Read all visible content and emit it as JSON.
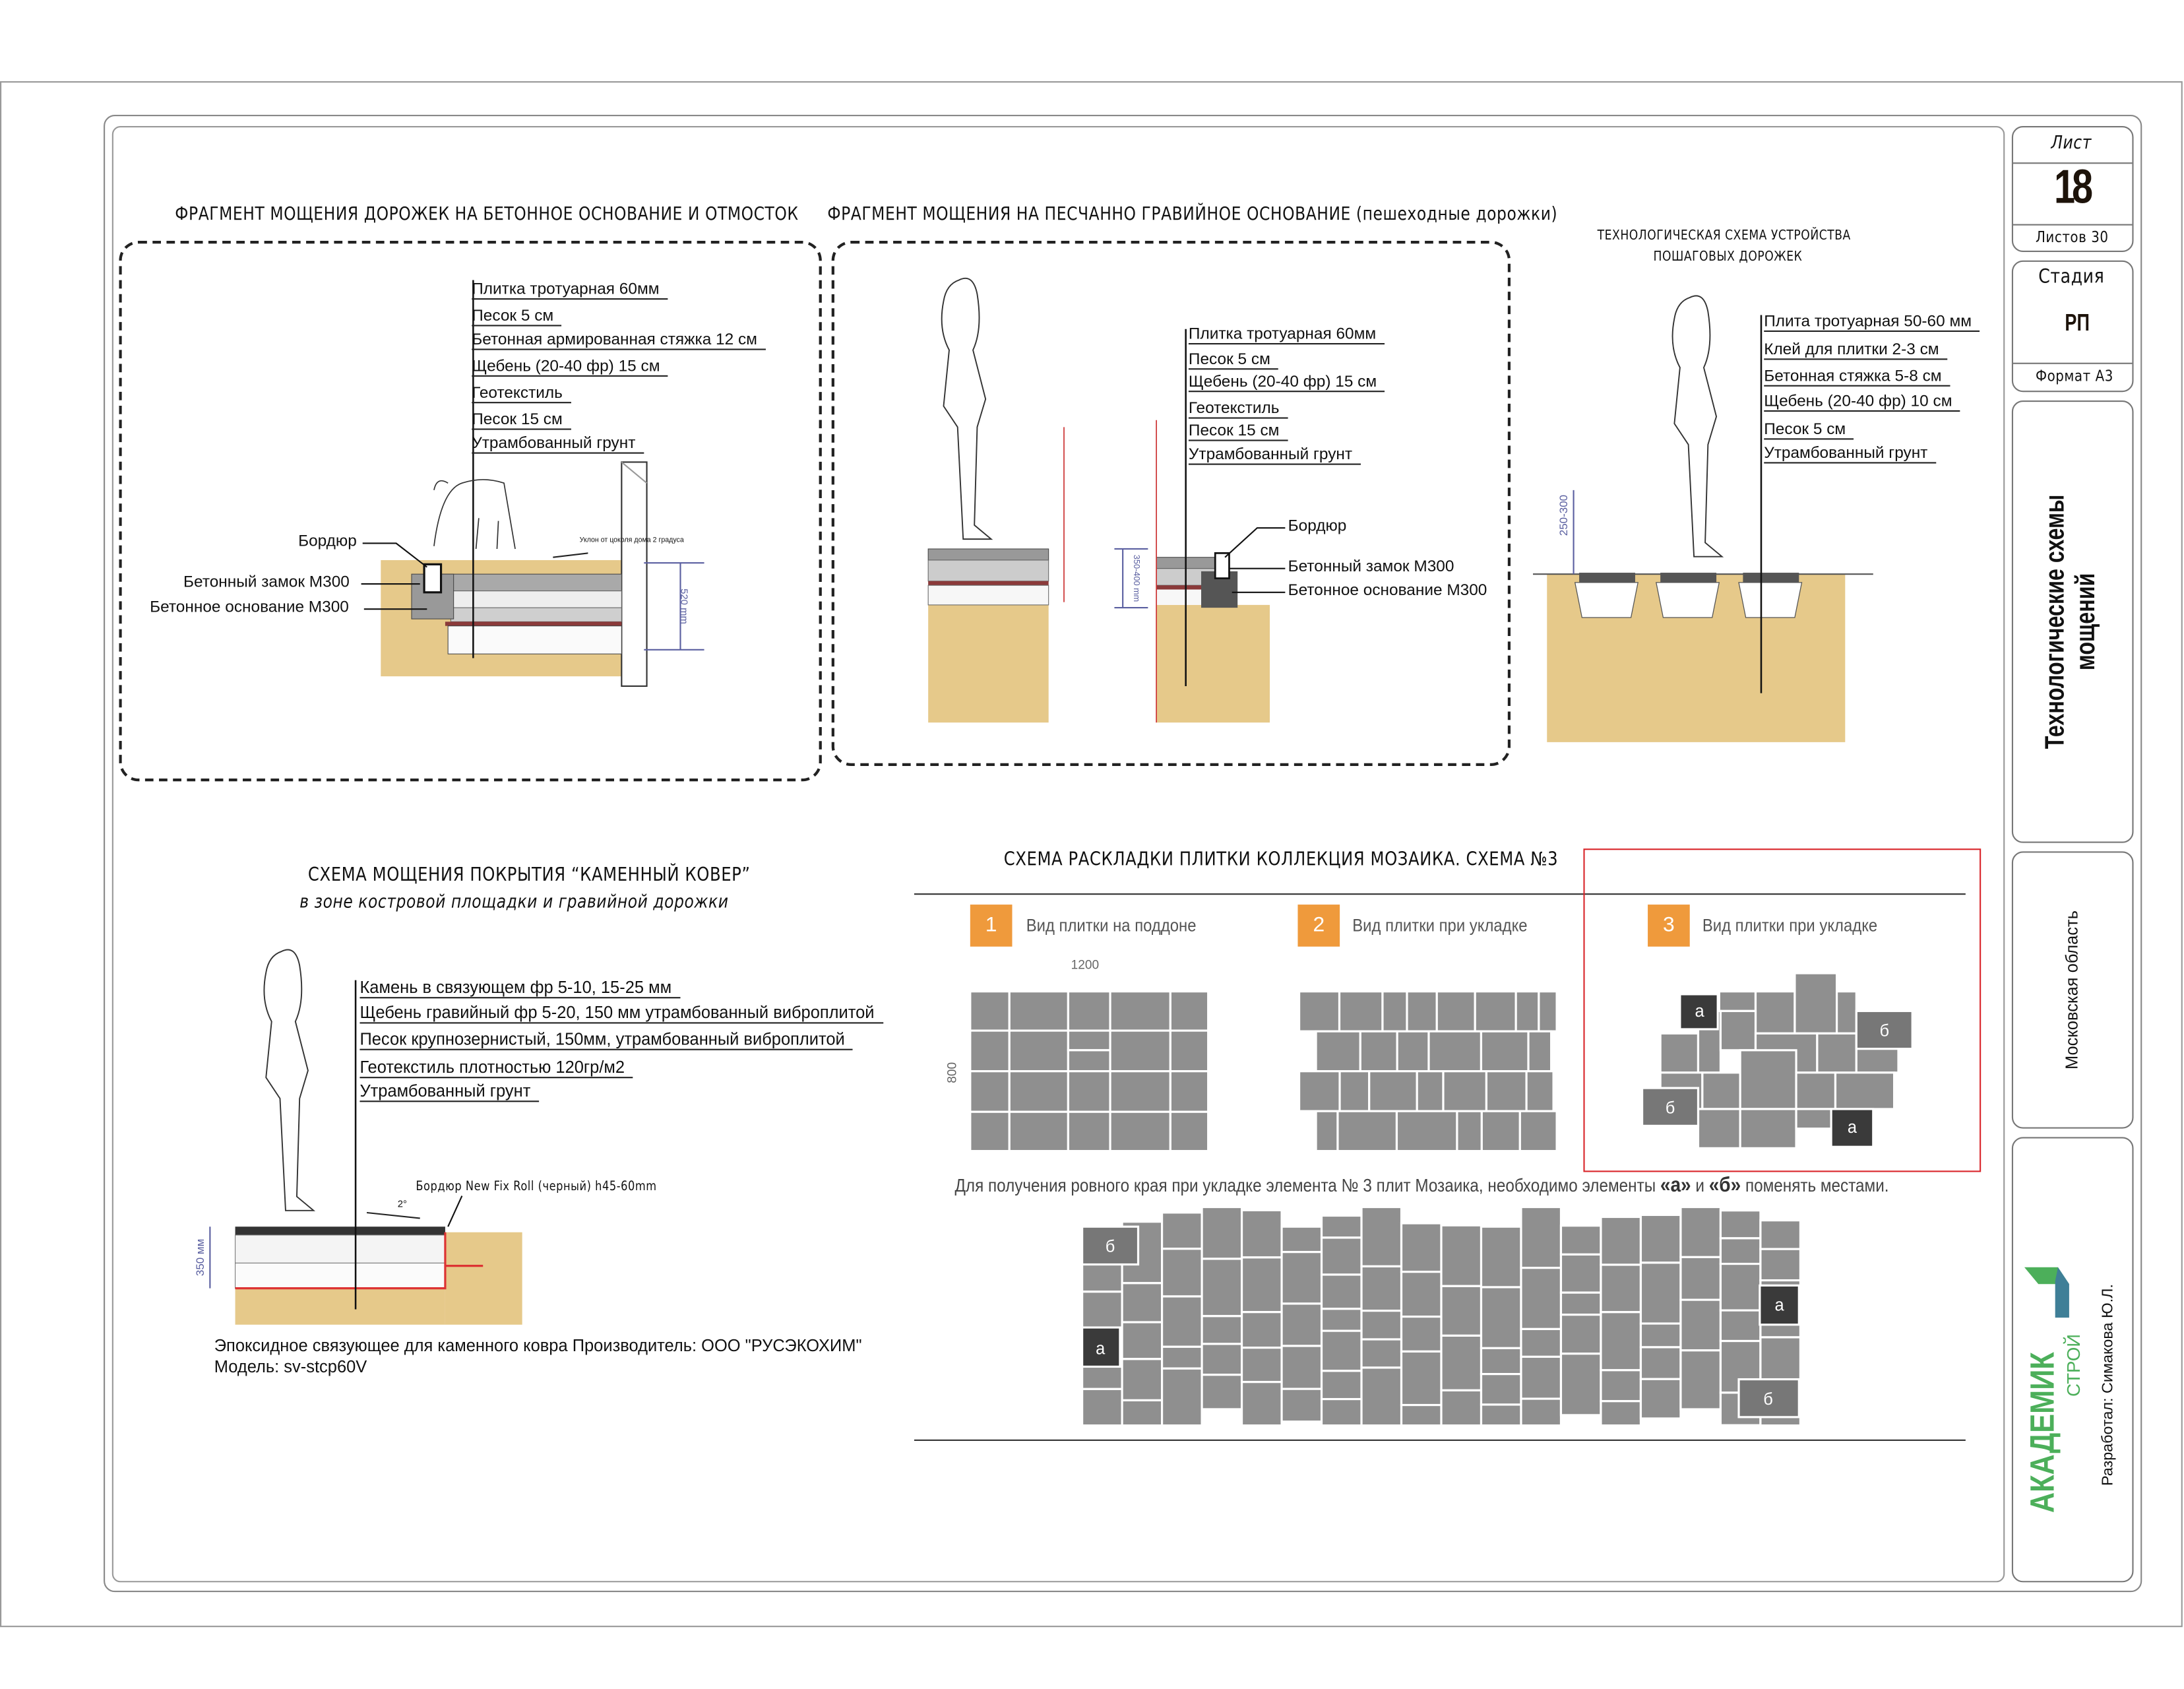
{
  "frame": {
    "sheet_label": "Лист",
    "sheet_number": "18",
    "sheets_total": "Листов 30",
    "stage_label": "Стадия",
    "stage_value": "РП",
    "format": "Формат А3",
    "drawing_title": "Технологические схемы мощений",
    "location": "Московская область",
    "logo_main": "АКАДЕМИК",
    "logo_sub": "СТРОЙ",
    "author": "Разработал: Симакова Ю.Л."
  },
  "section1": {
    "title": "ФРАГМЕНТ МОЩЕНИЯ ДОРОЖЕК НА БЕТОННОЕ ОСНОВАНИЕ И ОТМОСТОК",
    "layers": [
      "Плитка тротуарная 60мм",
      "Песок 5 см",
      "Бетонная армированная стяжка 12 см",
      "Щебень (20-40 фр) 15 см",
      "Геотекстиль",
      "Песок 15 см",
      "Утрамбованный грунт"
    ],
    "left_labels": [
      "Бордюр",
      "Бетонный замок М300",
      "Бетонное основание М300"
    ],
    "slope_note": "Уклон от цоколя дома 2 градуса",
    "dimension": "520 mm"
  },
  "section2": {
    "title": "ФРАГМЕНТ МОЩЕНИЯ НА ПЕСЧАННО ГРАВИЙНОЕ ОСНОВАНИЕ (пешеходные дорожки)",
    "layers": [
      "Плитка тротуарная 60мм",
      "Песок 5 см",
      "Щебень (20-40 фр) 15 см",
      "Геотекстиль",
      "Песок 15 см",
      "Утрамбованный грунт"
    ],
    "right_labels": [
      "Бордюр",
      "Бетонный замок М300",
      "Бетонное основание М300"
    ],
    "dimension": "350-400 mm"
  },
  "section3": {
    "title_line1": "ТЕХНОЛОГИЧЕСКАЯ СХЕМА УСТРОЙСТВА",
    "title_line2": "ПОШАГОВЫХ ДОРОЖЕК",
    "layers": [
      "Плита тротуарная 50-60 мм",
      "Клей для плитки 2-3 см",
      "Бетонная стяжка 5-8 см",
      "Щебень (20-40 фр) 10 см",
      "Песок 5 см",
      "Утрамбованный грунт"
    ],
    "dimension": "250-300"
  },
  "section4": {
    "title": "СХЕМА МОЩЕНИЯ ПОКРЫТИЯ “КАМЕННЫЙ КОВЕР”",
    "subtitle": "в зоне костровой площадки и гравийной дорожки",
    "layers": [
      "Камень в связующем фр 5-10, 15-25 мм",
      "Щебень гравийный фр 5-20, 150 мм утрамбованный виброплитой",
      "Песок крупнозернистый, 150мм, утрамбованный виброплитой",
      "Геотекстиль плотностью 120гр/м2",
      "Утрамбованный грунт"
    ],
    "border_label": "Бордюр New Fix Roll (черный) h45-60mm",
    "slope": "2°",
    "dimension": "350 мм",
    "footnote_line1": "Эпоксидное связующее для каменного ковра Производитель: ООО \"РУСЭКОХИМ\"",
    "footnote_line2": "Модель: sv-stcp60V"
  },
  "section5": {
    "title": "СХЕМА РАСКЛАДКИ ПЛИТКИ КОЛЛЕКЦИЯ МОЗАИКА. СХЕМА №3",
    "steps": [
      {
        "num": "1",
        "label": "Вид плитки на поддоне"
      },
      {
        "num": "2",
        "label": "Вид плитки при укладке"
      },
      {
        "num": "3",
        "label": "Вид плитки при укладке"
      }
    ],
    "pallet_width": "1200",
    "pallet_height": "800",
    "note_before": "Для получения ровного края при укладке элемента № 3 плит Мозаика, необходимо элементы ",
    "note_a": "«а»",
    "note_and": " и ",
    "note_b": "«б»",
    "note_after": " поменять местами.",
    "mark_a": "а",
    "mark_b": "б"
  },
  "colors": {
    "accent": "#ef9a3c",
    "highlight_box": "#d9262b",
    "soil": "#e6c98a",
    "tile": "#8f8f8f",
    "logo_green": "#4caf5a",
    "logo_blue": "#3f7f97"
  }
}
